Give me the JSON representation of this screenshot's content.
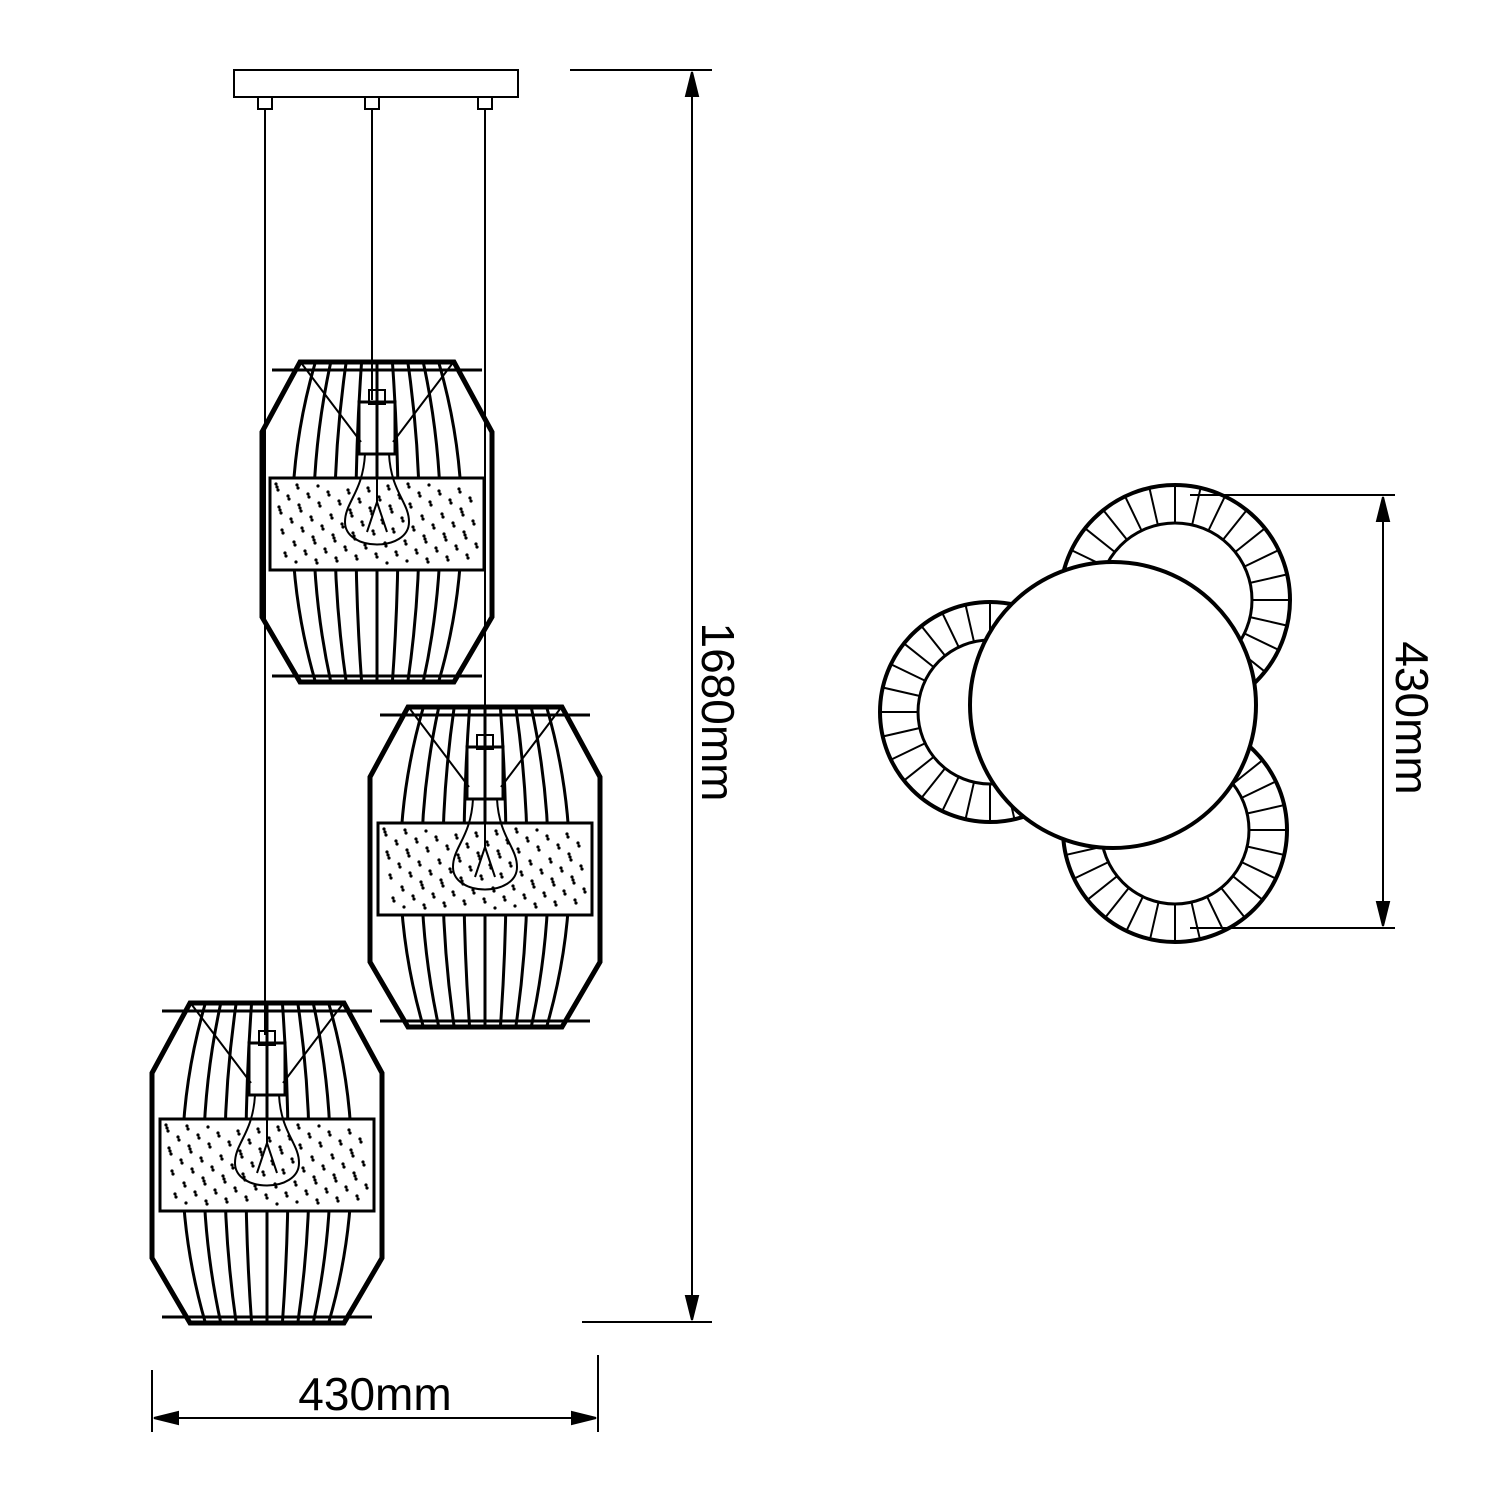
{
  "dimensions": {
    "height_label": "1680mm",
    "width_label": "430mm",
    "top_view_diameter_label": "430mm"
  },
  "colors": {
    "line": "#000000",
    "background": "#ffffff"
  },
  "lamps": [
    {
      "name": "upper-pendant"
    },
    {
      "name": "middle-pendant"
    },
    {
      "name": "lower-pendant"
    }
  ]
}
